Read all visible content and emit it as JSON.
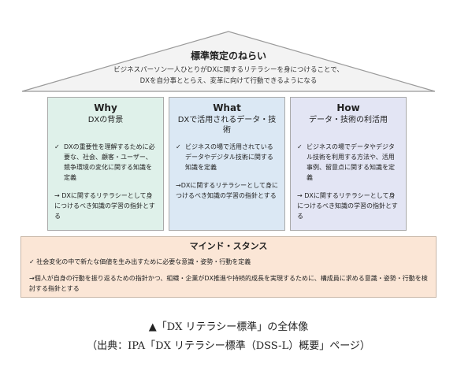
{
  "roof": {
    "title": "標準策定のねらい",
    "desc_line1": "ビジネスパーソン一人ひとりがDXに関するリテラシーを身につけることで、",
    "desc_line2": "DXを自分事ととらえ、変革に向けて行動できるようになる"
  },
  "pillars": [
    {
      "heading": "Why",
      "subtitle": "DXの背景",
      "check": "DXの重要性を理解するために必要な、社会、顧客・ユーザー、競争環境の変化に関する知識を定義",
      "arrow": "→ DXに関するリテラシーとして身につけるべき知識の学習の指針とする"
    },
    {
      "heading": "What",
      "subtitle": "DXで活用されるデータ・技術",
      "check": "ビジネスの場で活用されているデータやデジタル技術に関する知識を定義",
      "arrow": "→DXに関するリテラシーとして身につけるべき知識の学習の指針とする"
    },
    {
      "heading": "How",
      "subtitle": "データ・技術の利活用",
      "check": "ビジネスの場でデータやデジタル技術を利用する方法や、活用事例、留意点に関する知識を定義",
      "arrow": "→ DXに関するリテラシーとして身につけるべき知識の学習の指針とする"
    }
  ],
  "mind": {
    "title": "マインド・スタンス",
    "check": "社会変化の中で新たな価値を生み出すために必要な意識・姿勢・行動を定義",
    "arrow": "→個人が自身の行動を振り返るための指針かつ、組織・企業がDX推進や持続的成長を実現するために、構成員に求める意識・姿勢・行動を検討する指針とする"
  },
  "caption": {
    "line1": "▲「DX リテラシー標準」の全体像",
    "line2": "（出典：IPA「DX リテラシー標準（DSS-L）概要」ページ）"
  },
  "check_glyph": "✓",
  "colors": {
    "why_bg": "#dff1ea",
    "what_bg": "#dbe8f4",
    "how_bg": "#e3e5f4",
    "mind_bg": "#fbe6d6",
    "roof_fill": "#f2f2f2"
  }
}
